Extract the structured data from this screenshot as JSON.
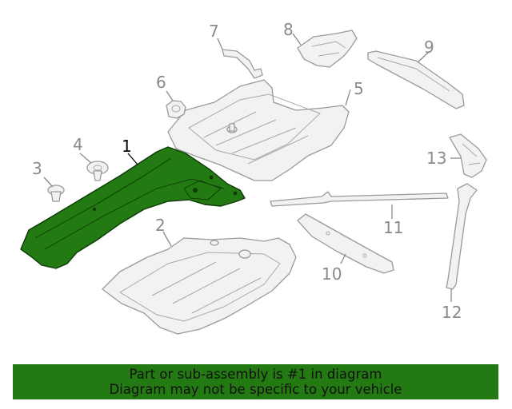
{
  "callouts": {
    "c1": "1",
    "c2": "2",
    "c3": "3",
    "c4": "4",
    "c5": "5",
    "c6": "6",
    "c7": "7",
    "c8": "8",
    "c9": "9",
    "c10": "10",
    "c11": "11",
    "c12": "12",
    "c13": "13"
  },
  "highlighted_part": "1",
  "colors": {
    "highlight": "#237a12",
    "outline": "#9a9a9a",
    "callout": "#8a8a8a",
    "banner": "#237a12"
  },
  "banner": {
    "line1": "Part or sub-assembly is #1 in diagram",
    "line2": "Diagram may not be specific to your vehicle"
  }
}
